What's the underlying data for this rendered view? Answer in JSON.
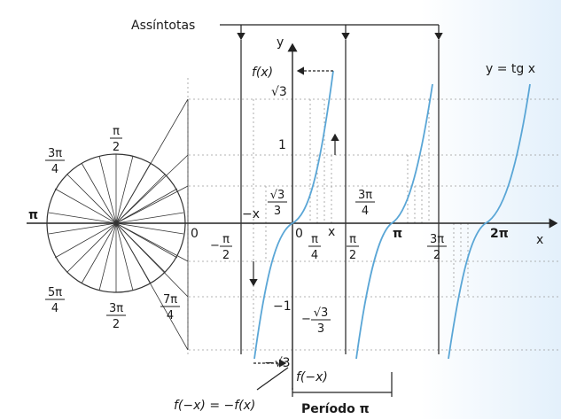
{
  "labels": {
    "asymptotes": "Assíntotas",
    "y_axis": "y",
    "x_axis": "x",
    "function": "y = tg x",
    "fx": "f(x)",
    "fmx": "f(−x)",
    "identity": "f(−x) = −f(x)",
    "period": "Período π",
    "minus_x": "−x",
    "x_mark": "x",
    "zero": "0",
    "zero2": "0",
    "one": "1",
    "minus_one": "−1",
    "pi_left": "π",
    "pi_axis": "π",
    "two_pi": "2π"
  },
  "fractions": {
    "pi_over_2_top": {
      "sign": "",
      "num": "π",
      "den": "2"
    },
    "three_pi_over_4": {
      "sign": "",
      "num": "3π",
      "den": "4"
    },
    "five_pi_over_4": {
      "sign": "",
      "num": "5π",
      "den": "4"
    },
    "three_pi_over_2_circle": {
      "sign": "",
      "num": "3π",
      "den": "2"
    },
    "seven_pi_over_4": {
      "sign": "",
      "num": "7π",
      "den": "4"
    },
    "minus_pi_over_2": {
      "sign": "−",
      "num": "π",
      "den": "2"
    },
    "pi_over_4": {
      "sign": "",
      "num": "π",
      "den": "4"
    },
    "pi_over_2_axis": {
      "sign": "",
      "num": "π",
      "den": "2"
    },
    "three_pi_over_4_axis": {
      "sign": "",
      "num": "3π",
      "den": "4"
    },
    "three_pi_over_2_axis": {
      "sign": "",
      "num": "3π",
      "den": "2"
    },
    "sqrt3_over_3": {
      "sign": "",
      "num": "√3",
      "den": "3"
    },
    "minus_sqrt3_over_3": {
      "sign": "−",
      "num": "√3",
      "den": "3"
    }
  },
  "roots": {
    "sqrt3": "√3",
    "minus_sqrt3": "−√3"
  },
  "colors": {
    "curve": "#5aa6d6",
    "axes": "#222222",
    "grid": "#9a9a9a",
    "background_right": "#e3f0fb"
  }
}
